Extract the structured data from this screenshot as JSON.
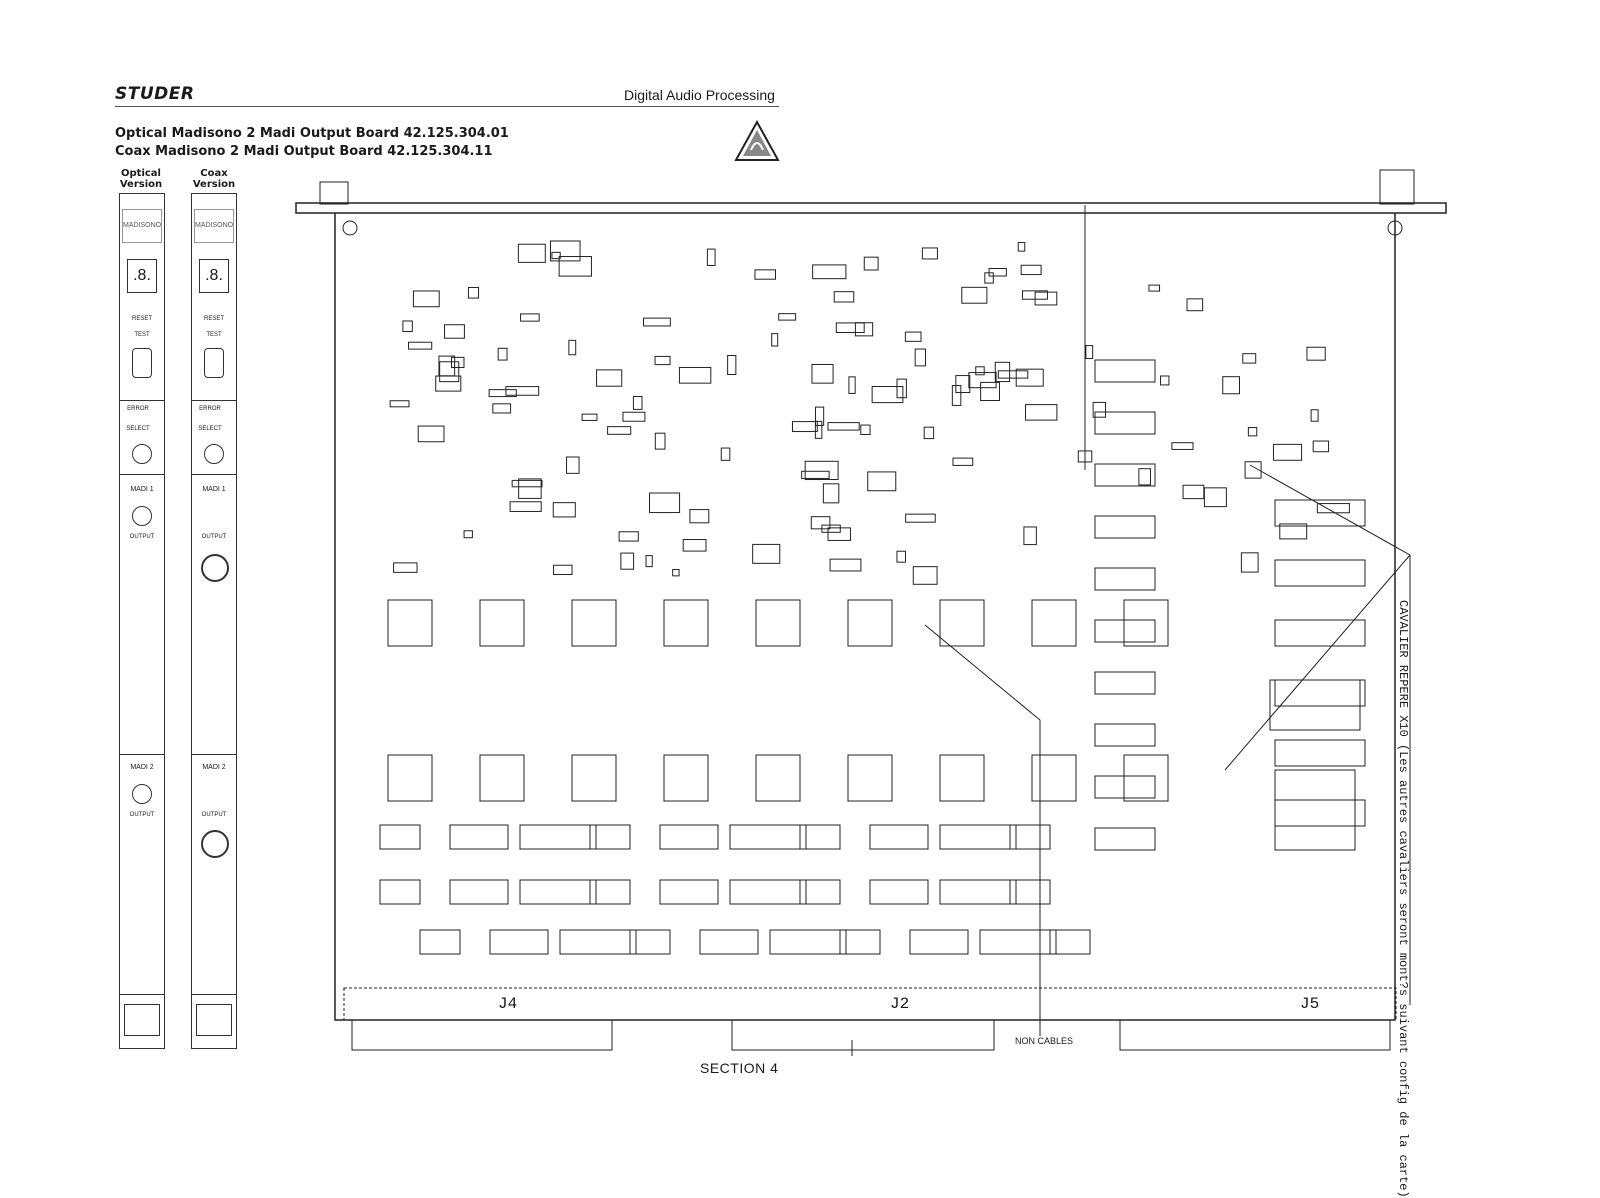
{
  "header": {
    "brand": "STUDER",
    "section_title": "Digital Audio Processing"
  },
  "titles": {
    "line1": "Optical Madisono 2 Madi Output Board   42.125.304.01",
    "line2": "Coax Madisono 2 Madi Output Board   42.125.304.11"
  },
  "front_panels": {
    "optical_heading": "Optical Version",
    "coax_heading": "Coax Version",
    "logo": "MADISONO",
    "display": ".8.",
    "reset": "RESET",
    "test": "TEST",
    "error": "ERROR",
    "select": "SELECT",
    "madi1": "MADI 1",
    "madi2": "MADI 2",
    "output": "OUTPUT"
  },
  "board": {
    "connectors": [
      "J4",
      "J2",
      "J5"
    ],
    "non_cables": "NON CABLES",
    "cavalier_note": "CAVALIER REPERE X10 (Les autres cavaliers seront mont?s suivant config de la carte)",
    "section": "SECTION 4"
  },
  "colors": {
    "ink": "#1a1a1a",
    "paper": "#ffffff"
  },
  "icons": [
    "esd-warning-icon"
  ]
}
